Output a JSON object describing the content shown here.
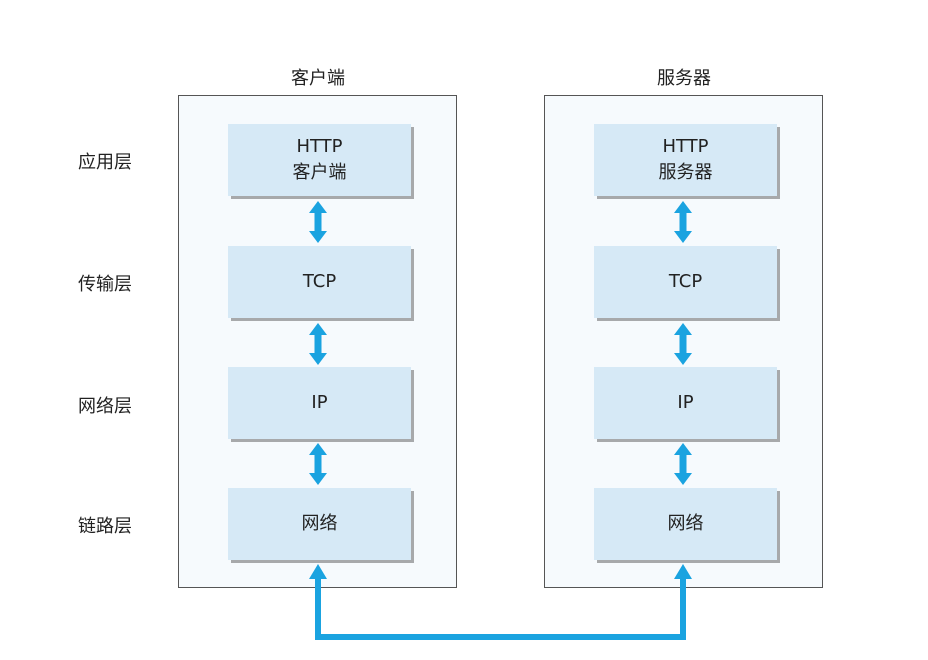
{
  "client": {
    "title": "客户端",
    "layers": [
      {
        "line1": "HTTP",
        "line2": "客户端"
      },
      {
        "line1": "TCP",
        "line2": ""
      },
      {
        "line1": "IP",
        "line2": ""
      },
      {
        "line1": "网络",
        "line2": ""
      }
    ]
  },
  "server": {
    "title": "服务器",
    "layers": [
      {
        "line1": "HTTP",
        "line2": "服务器"
      },
      {
        "line1": "TCP",
        "line2": ""
      },
      {
        "line1": "IP",
        "line2": ""
      },
      {
        "line1": "网络",
        "line2": ""
      }
    ]
  },
  "row_labels": [
    "应用层",
    "传输层",
    "网络层",
    "链路层"
  ],
  "colors": {
    "arrow": "#1aa3e0",
    "layer_fill": "#d6e9f6",
    "column_border": "#555555"
  }
}
